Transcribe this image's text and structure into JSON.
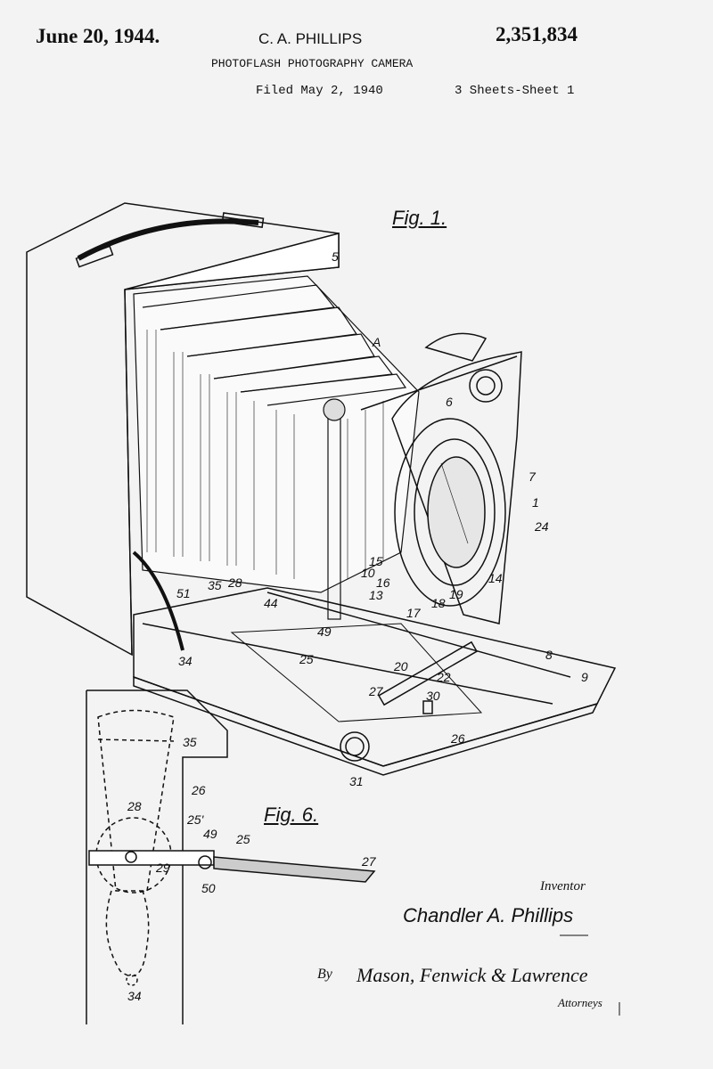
{
  "header": {
    "date": "June 20, 1944.",
    "inventor_name": "C. A. PHILLIPS",
    "patent_number": "2,351,834",
    "title": "PHOTOFLASH PHOTOGRAPHY CAMERA",
    "filed": "Filed May 2, 1940",
    "sheets": "3 Sheets-Sheet 1"
  },
  "figures": {
    "fig1": "Fig. 1.",
    "fig6": "Fig. 6."
  },
  "fig1_labels": [
    "5",
    "A",
    "6",
    "7",
    "1",
    "24",
    "14",
    "15",
    "10",
    "16",
    "13",
    "19",
    "17",
    "18",
    "51",
    "35",
    "28",
    "44",
    "49",
    "25",
    "20",
    "22",
    "27",
    "8",
    "9",
    "30",
    "26",
    "34",
    "31"
  ],
  "fig6_labels": [
    "35",
    "26",
    "28",
    "25'",
    "49",
    "25",
    "27",
    "29",
    "50",
    "34"
  ],
  "signature": {
    "inventor_caption": "Inventor",
    "inventor": "Chandler A. Phillips",
    "by": "By",
    "attorneys": "Mason, Fenwick & Lawrence",
    "attorneys_caption": "Attorneys"
  }
}
